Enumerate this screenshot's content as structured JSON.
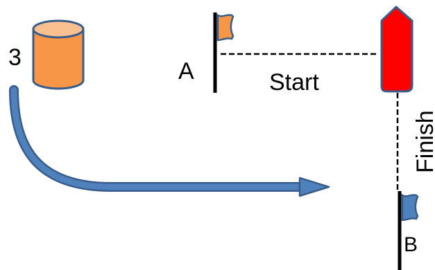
{
  "labels": {
    "mark_number": "3",
    "pin_a": "A",
    "pin_b": "B",
    "start_line": "Start",
    "finish_line": "Finish"
  },
  "colors": {
    "orange_fill": "#F79646",
    "orange_top": "#FAC090",
    "blue_fill": "#4F81BD",
    "outline": "#385D8A",
    "boat_red": "#FF0000",
    "line": "#000000"
  },
  "icons": {
    "mark": "cylinder-buoy-icon",
    "pin_a_flag": "orange-flag-icon",
    "pin_b_flag": "blue-flag-icon",
    "boat": "committee-boat-icon",
    "course": "curved-arrow-icon"
  }
}
